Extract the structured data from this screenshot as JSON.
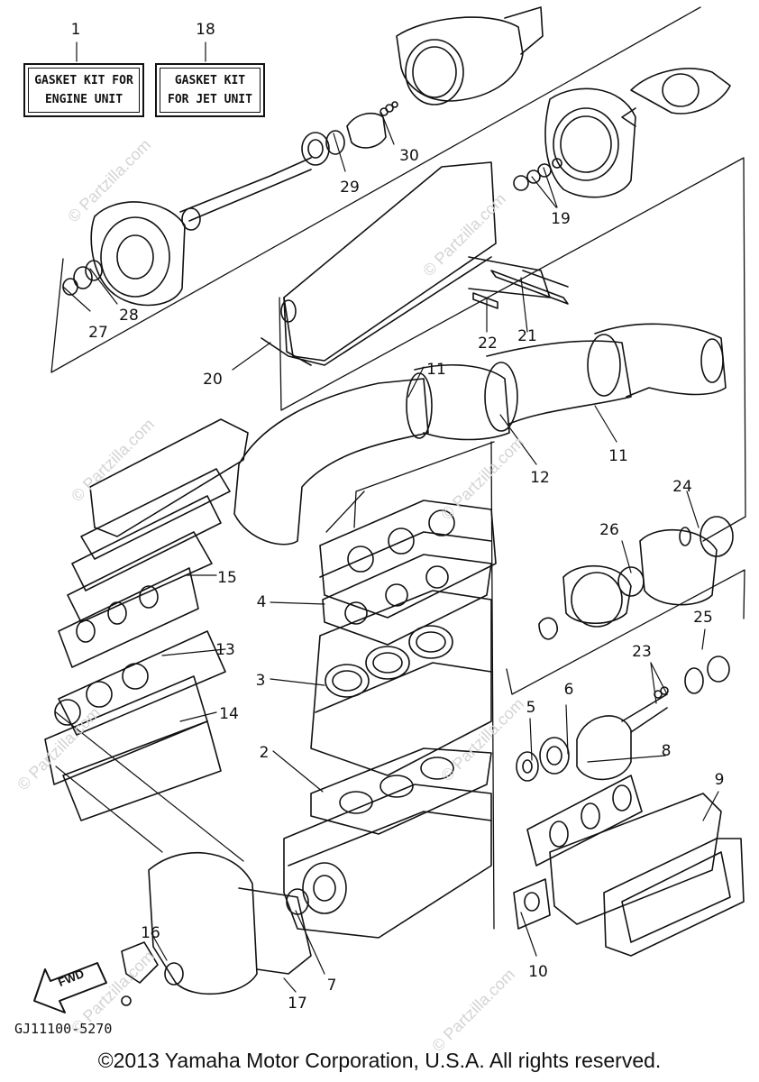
{
  "kits": [
    {
      "number": "1",
      "line1": "GASKET KIT FOR",
      "line2": "ENGINE UNIT"
    },
    {
      "number": "18",
      "line1": "GASKET KIT",
      "line2": "FOR JET UNIT"
    }
  ],
  "refs": {
    "r2": "2",
    "r3": "3",
    "r4": "4",
    "r5": "5",
    "r6": "6",
    "r7": "7",
    "r8": "8",
    "r9": "9",
    "r10": "10",
    "r11a": "11",
    "r11b": "11",
    "r12": "12",
    "r13": "13",
    "r14": "14",
    "r15": "15",
    "r16": "16",
    "r17": "17",
    "r19": "19",
    "r20": "20",
    "r21": "21",
    "r22": "22",
    "r23": "23",
    "r24": "24",
    "r25": "25",
    "r26": "26",
    "r27": "27",
    "r28": "28",
    "r29": "29",
    "r30": "30"
  },
  "fwd_label": "FWD",
  "diagram_code": "GJ11100-5270",
  "copyright": "©2013  Yamaha Motor Corporation, U.S.A. All rights reserved.",
  "watermark": "© Partzilla.com"
}
